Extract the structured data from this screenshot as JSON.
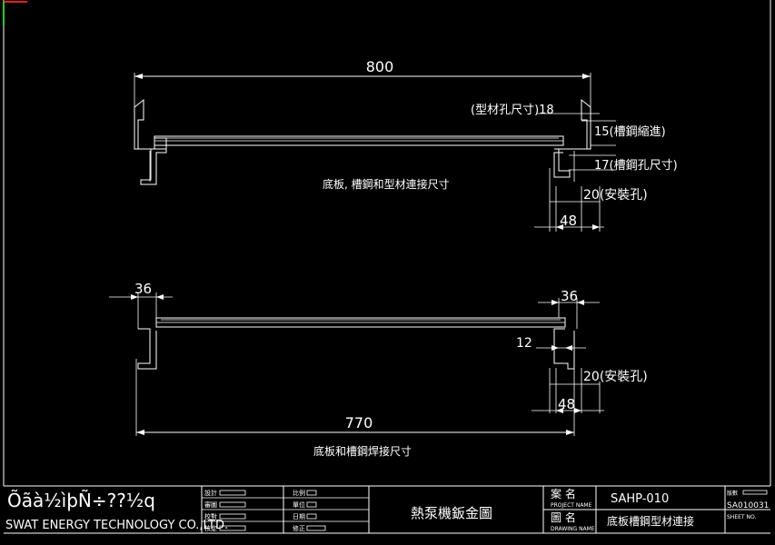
{
  "drawing": {
    "top_view": {
      "overall_dim": "800",
      "hole_label": "(型材孔尺寸)18",
      "offset_label": "15(槽鋼縮進)",
      "channel_hole_label": "17(槽鋼孔尺寸)",
      "install_label": "20(安裝孔)",
      "width_dim": "48",
      "caption": "底板, 槽鋼和型材連接尺寸"
    },
    "bottom_view": {
      "left_dim": "36",
      "right_dim": "36",
      "gap_dim": "12",
      "install_label": "20(安裝孔)",
      "width_dim": "48",
      "overall_dim": "770",
      "caption": "底板和槽鋼焊接尺寸"
    }
  },
  "title_block": {
    "company_garbled": "Õãà½ìþÑ÷??½q",
    "company_name": "SWAT ENERGY TECHNOLOGY CO.,LTD.",
    "title": "熱泵機鈑金圖",
    "project_label_zh": "案 名",
    "project_label_en": "PROJECT NAME",
    "project_value": "SAHP-010",
    "drawing_label_zh": "圖 名",
    "drawing_label_en": "DRAWING NAME",
    "drawing_value": "底板槽鋼型材連接",
    "sheet_no_label": "SHEET NO.",
    "sheet_no_value": "SA010031",
    "version_label": "版數",
    "left_rows": [
      "設計",
      "審圖",
      "校對",
      "核定"
    ],
    "mid_rows": [
      "比例",
      "單位",
      "日期",
      "修正"
    ]
  }
}
